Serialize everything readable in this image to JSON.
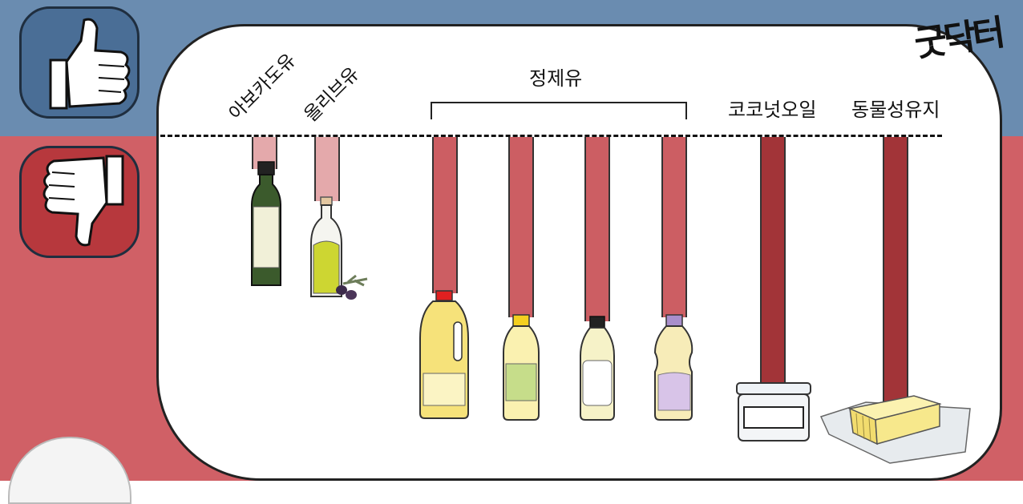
{
  "logo": {
    "text": "굿닥터"
  },
  "categories": {
    "avocado": "아보카도유",
    "olive": "올리브유",
    "refined": "정제유",
    "coconut": "코코넛오일",
    "animal": "동물성유지"
  },
  "icons": {
    "good": "thumbs-up-icon",
    "bad": "thumbs-down-icon"
  },
  "colors": {
    "good_zone": "#6a8cb0",
    "bad_zone": "#d06066",
    "bar_light": "#e4a9ab",
    "bar_mid": "#cc5e63",
    "bar_dark": "#a23438"
  }
}
